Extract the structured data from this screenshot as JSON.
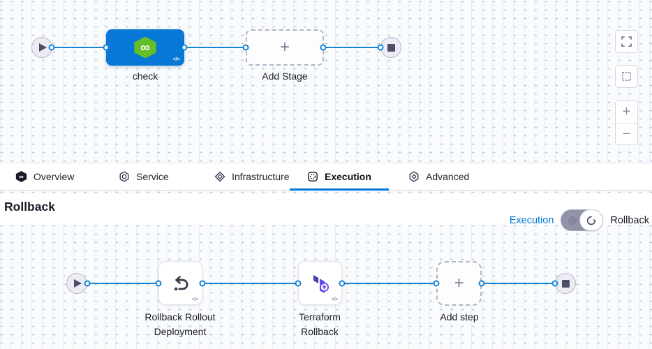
{
  "pipeline_top": {
    "stage_label": "check",
    "add_stage_label": "Add Stage"
  },
  "tabs": [
    {
      "label": "Overview",
      "icon": "harness-icon"
    },
    {
      "label": "Service",
      "icon": "service-icon"
    },
    {
      "label": "Infrastructure",
      "icon": "infrastructure-icon"
    },
    {
      "label": "Execution",
      "icon": "execution-icon"
    },
    {
      "label": "Advanced",
      "icon": "advanced-icon"
    }
  ],
  "active_tab": "Execution",
  "rollback_section": {
    "title": "Rollback",
    "execution_link": "Execution",
    "rollback_label": "Rollback",
    "toggle_state": "Rollback"
  },
  "pipeline_bottom": {
    "steps": [
      {
        "label": "Rollback Rollout Deployment",
        "icon": "rollback-undo-icon"
      },
      {
        "label": "Terraform Rollback",
        "icon": "terraform-icon"
      }
    ],
    "add_step_label": "Add step"
  },
  "icons": {
    "code": "</>",
    "infinity": "∞",
    "plus": "+",
    "minus": "−"
  },
  "colors": {
    "accent_blue": "#0278d5",
    "stage_blue": "#0778d5",
    "harness_green": "#63be29",
    "terraform_purple": "#5c4ee5",
    "terraform_dark": "#4040b2",
    "node_gray": "#4c4e66",
    "canvas_bg": "#fafbfd"
  }
}
